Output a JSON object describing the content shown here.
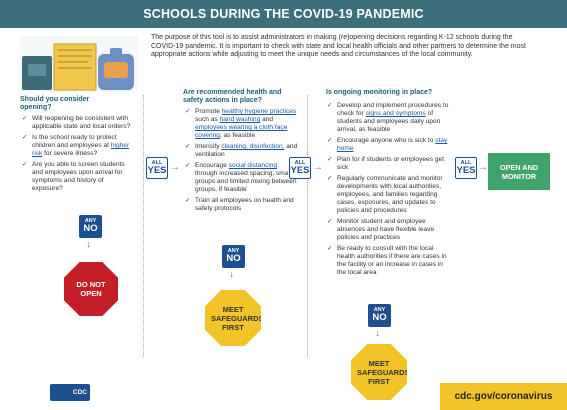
{
  "banner": {
    "title": "SCHOOLS DURING THE COVID-19 PANDEMIC"
  },
  "intro": "The purpose of this tool is to assist administrators in making (re)opening decisions regarding K-12 schools during the COVID-19 pandemic. It is important to check with state and local health officials and other partners to determine the most appropriate actions while adjusting to meet the unique needs and circumstances of the local community.",
  "col1": {
    "title": "Should you consider opening?",
    "items": [
      {
        "pre": "Will reopening be consistent with applicable state and local orders?",
        "link": "",
        "post": ""
      },
      {
        "pre": "Is the school ready to protect children and employees at ",
        "link": "higher risk",
        "post": " for severe illness?"
      },
      {
        "pre": "Are you able to screen students and employees upon arrival for symptoms and history of exposure?",
        "link": "",
        "post": ""
      }
    ]
  },
  "col2": {
    "title": "Are recommended health and safety actions in place?",
    "items": [
      {
        "parts": [
          "Promote ",
          "healthy hygiene practices",
          " such as ",
          "hand washing",
          " and ",
          "employees wearing a cloth face covering",
          ", as feasible"
        ]
      },
      {
        "parts": [
          "Intensify ",
          "cleaning, disinfection,",
          " and ventilation"
        ]
      },
      {
        "parts": [
          "Encourage ",
          "social distancing",
          " through increased spacing, small groups and limited mixing between groups, if feasible"
        ]
      },
      {
        "parts": [
          "Train all employees on health and safety protocols"
        ]
      }
    ]
  },
  "col3": {
    "title": "Is ongoing monitoring in place?",
    "items": [
      {
        "parts": [
          "Develop and implement procedures to check for ",
          "signs and symptoms",
          " of students and employees daily upon arrival, as feasible"
        ]
      },
      {
        "parts": [
          "Encourage anyone who is sick to ",
          "stay home",
          ""
        ]
      },
      {
        "parts": [
          "Plan for if students or employees get sick"
        ]
      },
      {
        "parts": [
          "Regularly communicate and monitor developments with local authorities, employees, and families regarding cases, exposures, and updates to policies and procedures"
        ]
      },
      {
        "parts": [
          "Monitor student and employee absences and have flexible leave policies and practices"
        ]
      },
      {
        "parts": [
          "Be ready to consult with the local health authorities if there are cases in the facility or an increase in cases in the local area"
        ]
      }
    ]
  },
  "badges": {
    "all_small": "ALL",
    "yes": "YES",
    "any_small": "ANY",
    "no": "NO"
  },
  "outcomes": {
    "do_not_open": "DO NOT OPEN",
    "meet_safeguards": "MEET SAFEGUARDS FIRST",
    "open_monitor": "OPEN AND MONITOR"
  },
  "footer": {
    "logo_text": "CDC",
    "url": "cdc.gov/coronavirus"
  },
  "colors": {
    "banner": "#3e6f7c",
    "blue": "#1d4f91",
    "red": "#c41e26",
    "yellow": "#f3c427",
    "green": "#3fa46b"
  }
}
